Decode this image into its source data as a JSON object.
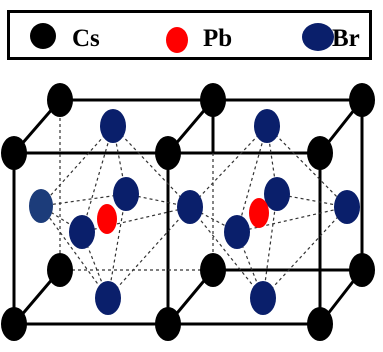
{
  "legend": {
    "items": [
      {
        "label": "Cs",
        "color": "#000000"
      },
      {
        "label": "Pb",
        "color": "#ff0000"
      },
      {
        "label": "Br",
        "color": "#0a1f6b"
      }
    ]
  },
  "atom_colors": {
    "cs": "#000000",
    "pb": "#ff0000",
    "br": "#0a1f6b",
    "br_faded": "#1c3c7a"
  }
}
